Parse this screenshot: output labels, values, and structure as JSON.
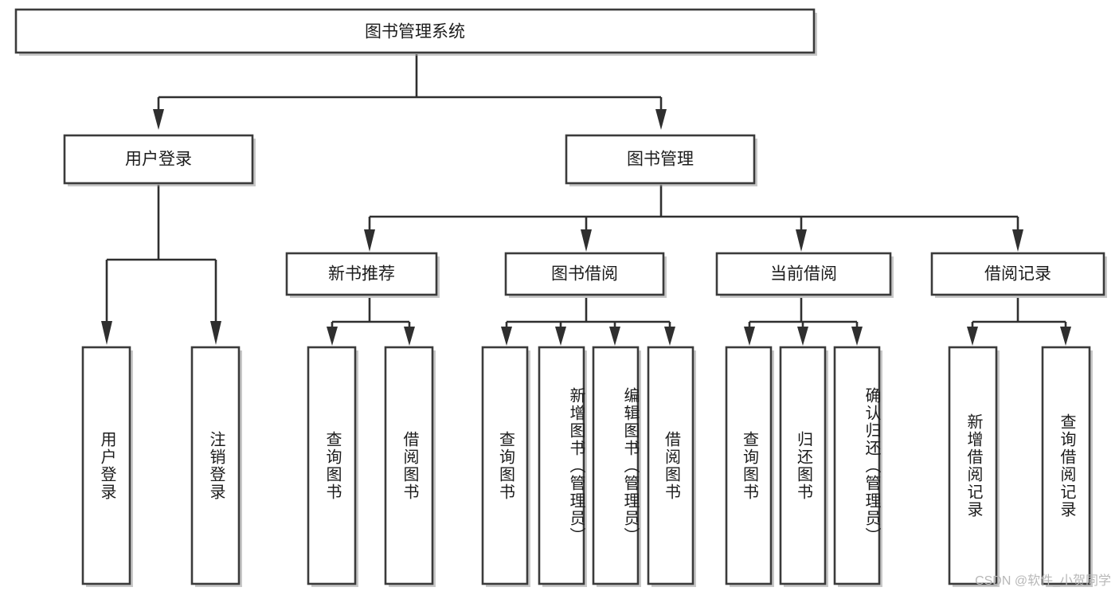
{
  "diagram": {
    "type": "hierarchy-tree",
    "title": "图书管理系统",
    "root": {
      "id": "root",
      "label": "图书管理系统"
    },
    "level2": [
      {
        "id": "user-login",
        "label": "用户登录"
      },
      {
        "id": "book-manage",
        "label": "图书管理"
      }
    ],
    "level3": [
      {
        "id": "new-book-rec",
        "label": "新书推荐",
        "parent": "book-manage"
      },
      {
        "id": "book-borrow",
        "label": "图书借阅",
        "parent": "book-manage"
      },
      {
        "id": "current-borrow",
        "label": "当前借阅",
        "parent": "book-manage"
      },
      {
        "id": "borrow-record",
        "label": "借阅记录",
        "parent": "book-manage"
      }
    ],
    "leaves": [
      {
        "id": "leaf-user-login",
        "label": "用户登录",
        "parent": "user-login"
      },
      {
        "id": "leaf-logout",
        "label": "注销登录",
        "parent": "user-login"
      },
      {
        "id": "leaf-query-book-1",
        "label": "查询图书",
        "parent": "new-book-rec"
      },
      {
        "id": "leaf-borrow-book-1",
        "label": "借阅图书",
        "parent": "new-book-rec"
      },
      {
        "id": "leaf-query-book-2",
        "label": "查询图书",
        "parent": "book-borrow"
      },
      {
        "id": "leaf-add-book",
        "label": "新增图书（管理员）",
        "parent": "book-borrow"
      },
      {
        "id": "leaf-edit-book",
        "label": "编辑图书（管理员）",
        "parent": "book-borrow"
      },
      {
        "id": "leaf-borrow-book-2",
        "label": "借阅图书",
        "parent": "book-borrow"
      },
      {
        "id": "leaf-query-book-3",
        "label": "查询图书",
        "parent": "current-borrow"
      },
      {
        "id": "leaf-return-book",
        "label": "归还图书",
        "parent": "current-borrow"
      },
      {
        "id": "leaf-confirm-return",
        "label": "确认归还（管理员）",
        "parent": "current-borrow"
      },
      {
        "id": "leaf-add-record",
        "label": "新增借阅记录",
        "parent": "borrow-record"
      },
      {
        "id": "leaf-query-record",
        "label": "查询借阅记录",
        "parent": "borrow-record"
      }
    ],
    "watermark": "CSDN @软件_小贺同学",
    "colors": {
      "box_stroke": "#3b3b3b",
      "connector": "#2f2f2f",
      "text": "#1c1c1c",
      "background": "#ffffff",
      "watermark": "#b8b8b8"
    }
  }
}
